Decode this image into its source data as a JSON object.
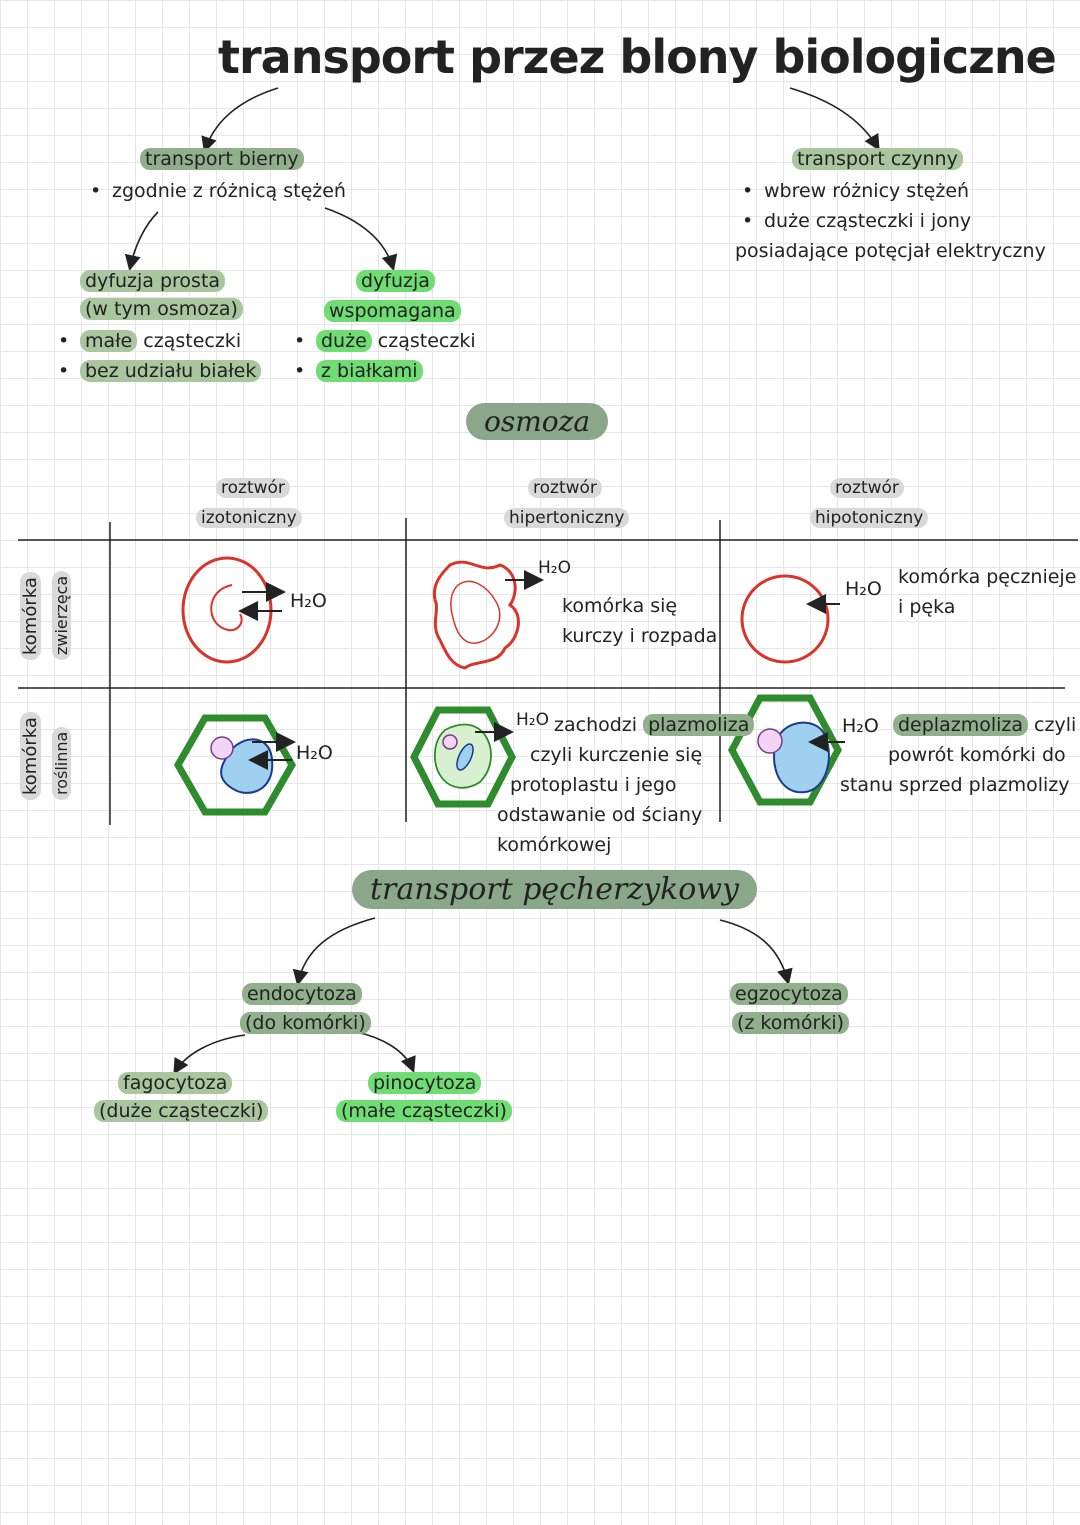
{
  "title": "transport przez blony biologiczne",
  "passive": {
    "heading": "transport bierny",
    "bullet": "zgodnie z różnicą stężeń",
    "simple": {
      "heading": "dyfuzja prosta",
      "sub": "(w tym osmoza)",
      "b1_hl": "małe",
      "b1_rest": " cząsteczki",
      "b2": "bez udziału białek"
    },
    "facilitated": {
      "heading1": "dyfuzja",
      "heading2": "wspomagana",
      "b1_hl": "duże",
      "b1_rest": " cząsteczki",
      "b2": "z białkami"
    }
  },
  "active": {
    "heading": "transport czynny",
    "b1": "wbrew różnicy stężeń",
    "b2": "duże cząsteczki i jony",
    "line3": "posiadające potęcjał elektryczny"
  },
  "osmosis": {
    "heading": "osmoza",
    "cols": [
      {
        "l1": "roztwór",
        "l2": "izotoniczny"
      },
      {
        "l1": "roztwór",
        "l2": "hipertoniczny"
      },
      {
        "l1": "roztwór",
        "l2": "hipotoniczny"
      }
    ],
    "rows": [
      {
        "l1": "komórka",
        "l2": "zwierzęca"
      },
      {
        "l1": "komórka",
        "l2": "roślinna"
      }
    ],
    "h2o": "H₂O",
    "animal_hyper_1": "komórka się",
    "animal_hyper_2": "kurczy i rozpada",
    "animal_hypo_1": "komórka pęcznieje",
    "animal_hypo_2": "i pęka",
    "plant_hyper_1": "zachodzi",
    "plant_hyper_hl": "plazmoliza",
    "plant_hyper_2": "czyli kurczenie się",
    "plant_hyper_3": "protoplastu i jego",
    "plant_hyper_4": "odstawanie od ściany",
    "plant_hyper_5": "komórkowej",
    "plant_hypo_hl": "deplazmoliza",
    "plant_hypo_1": " czyli",
    "plant_hypo_2": "powrót komórki do",
    "plant_hypo_3": "stanu sprzed plazmolizy"
  },
  "vesicular": {
    "heading": "transport pęcherzykowy",
    "endo": "endocytoza",
    "endo_sub": "(do komórki)",
    "exo": "egzocytoza",
    "exo_sub": "(z komórki)",
    "phago": "fagocytoza",
    "phago_sub": "(duże cząsteczki)",
    "pino": "pinocytoza",
    "pino_sub": "(małe cząsteczki)"
  },
  "colors": {
    "cell_red": "#d9342b",
    "wall_green": "#2e8b2e",
    "vacuole_blue": "#9fd0ef",
    "nucleus_purple": "#c890d8",
    "hl_dark": "#8fb08a",
    "hl_green": "#6fdc74"
  }
}
